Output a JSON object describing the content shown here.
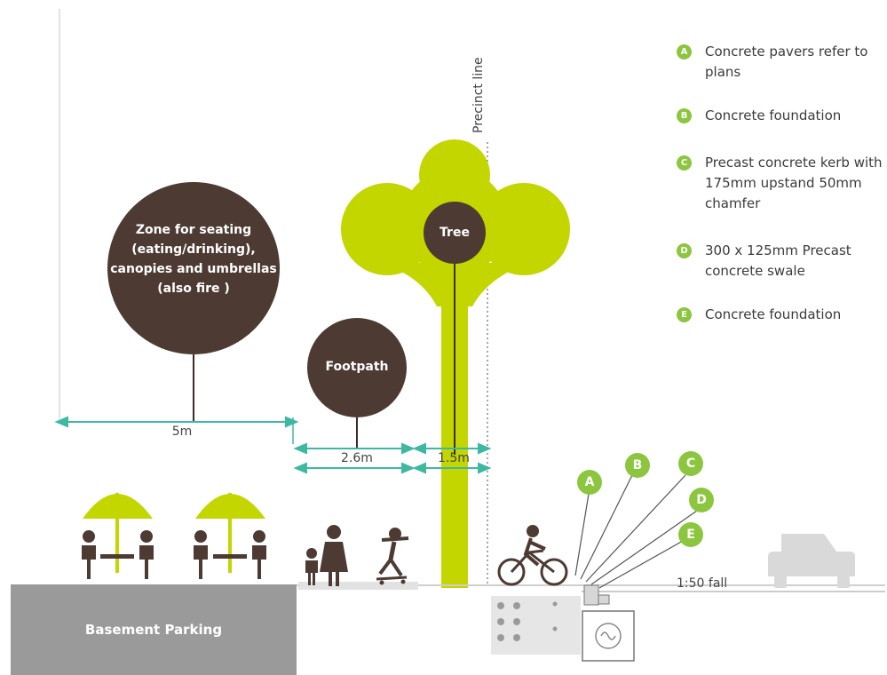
{
  "legend": [
    {
      "letter": "A",
      "text": "Concrete pavers refer to plans"
    },
    {
      "letter": "B",
      "text": "Concrete foundation"
    },
    {
      "letter": "C",
      "text": "Precast concrete kerb with 175mm upstand 50mm chamfer"
    },
    {
      "letter": "D",
      "text": "300 x 125mm Precast concrete swale"
    },
    {
      "letter": "E",
      "text": "Concrete foundation"
    }
  ],
  "labels": {
    "precinct_line": "Precinct line",
    "zone_bubble": "Zone for seating (eating/drinking), canopies and umbrellas (also fire )",
    "footpath_bubble": "Footpath",
    "tree_bubble": "Tree",
    "basement": "Basement Parking",
    "fall": "1:50 fall"
  },
  "dimensions": {
    "zone_width": "5m",
    "footpath_width": "2.6m",
    "tree_width": "1.5m"
  },
  "callouts": [
    "A",
    "B",
    "C",
    "D",
    "E"
  ],
  "colors": {
    "brown": "#4d3b33",
    "lime": "#c3d600",
    "badge_green": "#8cc63f",
    "dim_teal": "#3fb8a2",
    "basement_grey": "#9a9a9a",
    "car_grey": "#d9d9d9"
  }
}
